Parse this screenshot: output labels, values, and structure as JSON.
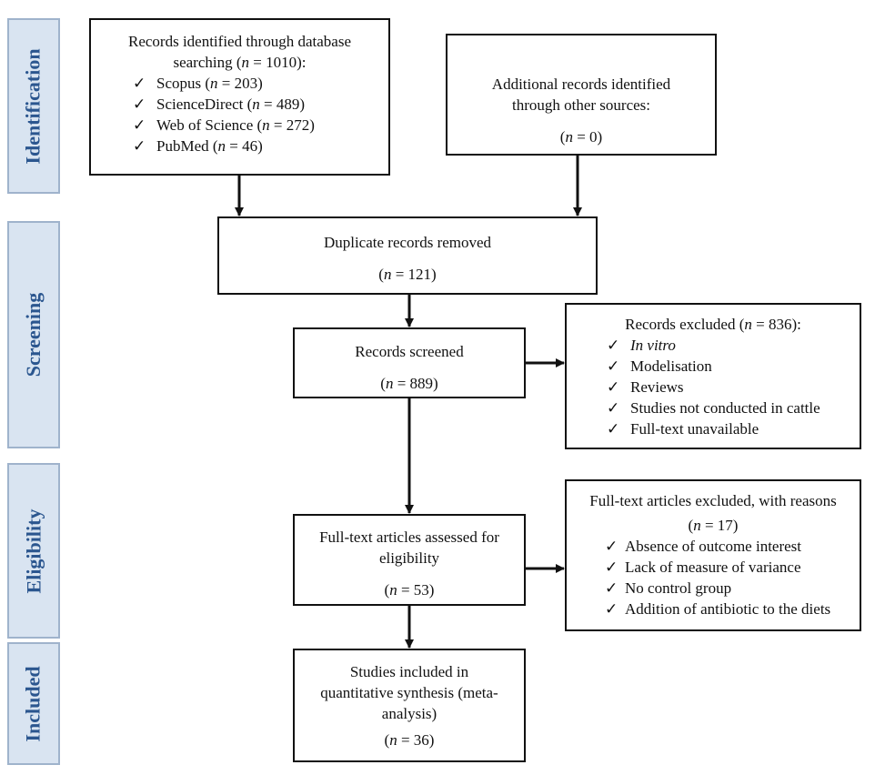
{
  "phases": {
    "identification": "Identification",
    "screening": "Screening",
    "eligibility": "Eligibility",
    "included": "Included"
  },
  "db_search": {
    "title_line1": "Records identified through database",
    "title_line2_pre": "searching (",
    "n_sym": "n",
    "title_line2_post": " = 1010):",
    "check": "✓",
    "sources": [
      {
        "name": "Scopus (",
        "n_sym": "n",
        "count": " = 203)"
      },
      {
        "name": "ScienceDirect (",
        "n_sym": "n",
        "count": " = 489)"
      },
      {
        "name": "Web of Science (",
        "n_sym": "n",
        "count": " = 272)"
      },
      {
        "name": "PubMed (",
        "n_sym": "n",
        "count": " = 46)"
      }
    ]
  },
  "other_sources": {
    "line1": "Additional records identified",
    "line2": "through other sources:",
    "n_pre": "(",
    "n_sym": "n",
    "n_post": " = 0)"
  },
  "duplicates": {
    "title": "Duplicate records removed",
    "n_pre": "(",
    "n_sym": "n",
    "n_post": " = 121)"
  },
  "screened": {
    "title": "Records screened",
    "n_pre": "(",
    "n_sym": "n",
    "n_post": " = 889)"
  },
  "excluded_records": {
    "title_pre": "Records excluded (",
    "n_sym": "n",
    "title_post": " = 836):",
    "check": "✓",
    "items": [
      "In vitro",
      "Modelisation",
      "Reviews",
      "Studies not conducted in cattle",
      "Full-text unavailable"
    ]
  },
  "fulltext": {
    "line1": "Full-text articles assessed for",
    "line2": "eligibility",
    "n_pre": "(",
    "n_sym": "n",
    "n_post": " = 53)"
  },
  "fulltext_excluded": {
    "title": "Full-text articles excluded, with reasons",
    "n_pre": "(",
    "n_sym": "n",
    "n_post": " = 17)",
    "check": "✓",
    "items": [
      "Absence of outcome interest",
      "Lack of measure of variance",
      "No control group",
      "Addition of antibiotic to the diets"
    ]
  },
  "included": {
    "line1": "Studies included in",
    "line2": "quantitative synthesis (meta-",
    "line3": "analysis)",
    "n_pre": "(",
    "n_sym": "n",
    "n_post": " = 36)"
  }
}
